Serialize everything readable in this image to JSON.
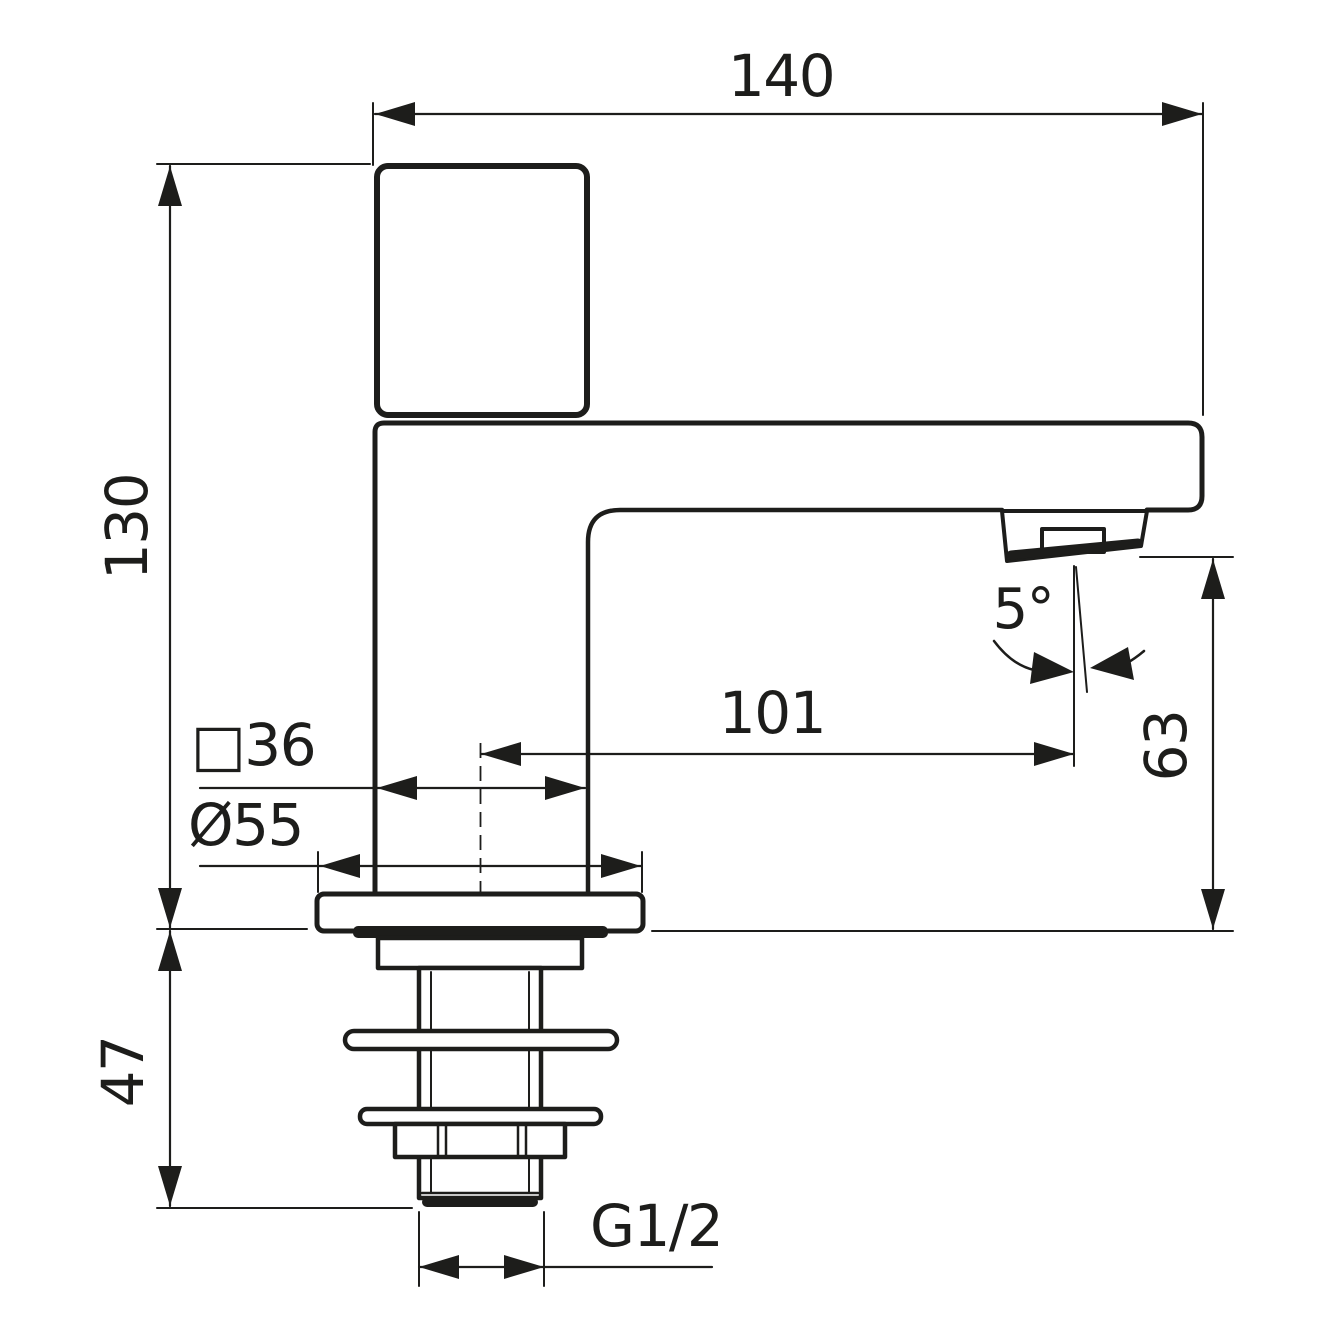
{
  "drawing": {
    "type": "technical-dimension-drawing",
    "subject": "single pillar basin tap, side elevation with installation dimensions",
    "units_implied": "mm",
    "colors": {
      "line": "#1d1d1b",
      "background": "#ffffff"
    },
    "labels": {
      "overall_width": "140",
      "height_above_mount": "130",
      "spout_reach": "101",
      "outlet_height": "63",
      "under_counter_depth": "47",
      "body_square_width": "□36",
      "base_diameter": "Ø55",
      "connection_thread": "G1/2",
      "outlet_angle": "5°"
    }
  }
}
